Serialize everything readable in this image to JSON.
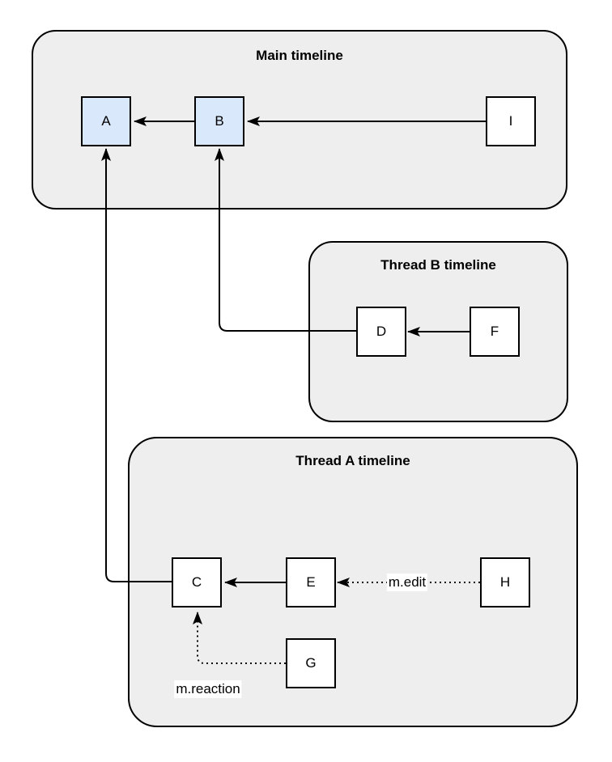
{
  "diagram": {
    "type": "event-graph",
    "containers": {
      "main": {
        "title": "Main timeline"
      },
      "thread_b": {
        "title": "Thread B timeline"
      },
      "thread_a": {
        "title": "Thread A timeline"
      }
    },
    "nodes": {
      "A": {
        "label": "A",
        "fill": "highlight",
        "container": "main"
      },
      "B": {
        "label": "B",
        "fill": "highlight",
        "container": "main"
      },
      "I": {
        "label": "I",
        "fill": "plain",
        "container": "main"
      },
      "D": {
        "label": "D",
        "fill": "plain",
        "container": "thread_b"
      },
      "F": {
        "label": "F",
        "fill": "plain",
        "container": "thread_b"
      },
      "C": {
        "label": "C",
        "fill": "plain",
        "container": "thread_a"
      },
      "E": {
        "label": "E",
        "fill": "plain",
        "container": "thread_a"
      },
      "H": {
        "label": "H",
        "fill": "plain",
        "container": "thread_a"
      },
      "G": {
        "label": "G",
        "fill": "plain",
        "container": "thread_a"
      }
    },
    "edges": [
      {
        "from": "B",
        "to": "A",
        "style": "solid",
        "label": ""
      },
      {
        "from": "I",
        "to": "B",
        "style": "solid",
        "label": ""
      },
      {
        "from": "F",
        "to": "D",
        "style": "solid",
        "label": ""
      },
      {
        "from": "D",
        "to": "B",
        "style": "solid",
        "label": ""
      },
      {
        "from": "E",
        "to": "C",
        "style": "solid",
        "label": ""
      },
      {
        "from": "C",
        "to": "A",
        "style": "solid",
        "label": ""
      },
      {
        "from": "H",
        "to": "E",
        "style": "dotted",
        "label": "m.edit"
      },
      {
        "from": "G",
        "to": "C",
        "style": "dotted",
        "label": "m.reaction"
      }
    ],
    "colors": {
      "container_fill": "#eeeeee",
      "highlight_fill": "#dae8fc",
      "node_fill": "#ffffff",
      "stroke": "#000000",
      "label_bg": "#ffffff"
    }
  }
}
